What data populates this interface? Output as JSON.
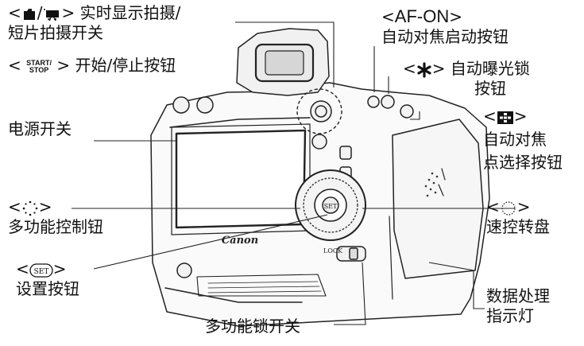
{
  "brand": "Canon",
  "lock_label": "LOCK",
  "labels": {
    "liveview": {
      "prefix": "<",
      "sep": "/",
      "suffix": ">",
      "line1_text": " 实时显示拍摄/",
      "line2": "短片拍摄开关",
      "icons": [
        "camera-icon",
        "movie-icon"
      ]
    },
    "startstop": {
      "prefix": "<",
      "top": "START/",
      "bottom": "STOP",
      "suffix": ">",
      "text": " 开始/停止按钮"
    },
    "power": {
      "text": "电源开关"
    },
    "multicontroller": {
      "prefix": "<",
      "suffix": ">",
      "line2": "多功能控制钮",
      "icon": "multi-controller-icon"
    },
    "set": {
      "prefix": "<",
      "suffix": ">",
      "line2": "设置按钮",
      "icon_text": "SET"
    },
    "multilock": {
      "text": "多功能锁开关"
    },
    "afon": {
      "prefix": "<",
      "code": "AF-ON",
      "suffix": ">",
      "line2": "自动对焦启动按钮"
    },
    "ae_lock": {
      "prefix": "<",
      "suffix": ">",
      "text": " 自动曝光锁",
      "line2": "按钮",
      "icon": "asterisk-icon"
    },
    "af_point": {
      "prefix": "<",
      "suffix": ">",
      "line2": "自动对焦",
      "line3": "点选择按钮",
      "icon": "af-point-select-icon"
    },
    "quick_dial": {
      "prefix": "<",
      "suffix": ">",
      "line2": "速控转盘",
      "icon": "quick-control-dial-icon"
    },
    "access_lamp": {
      "line1": "数据处理",
      "line2": "指示灯"
    }
  }
}
